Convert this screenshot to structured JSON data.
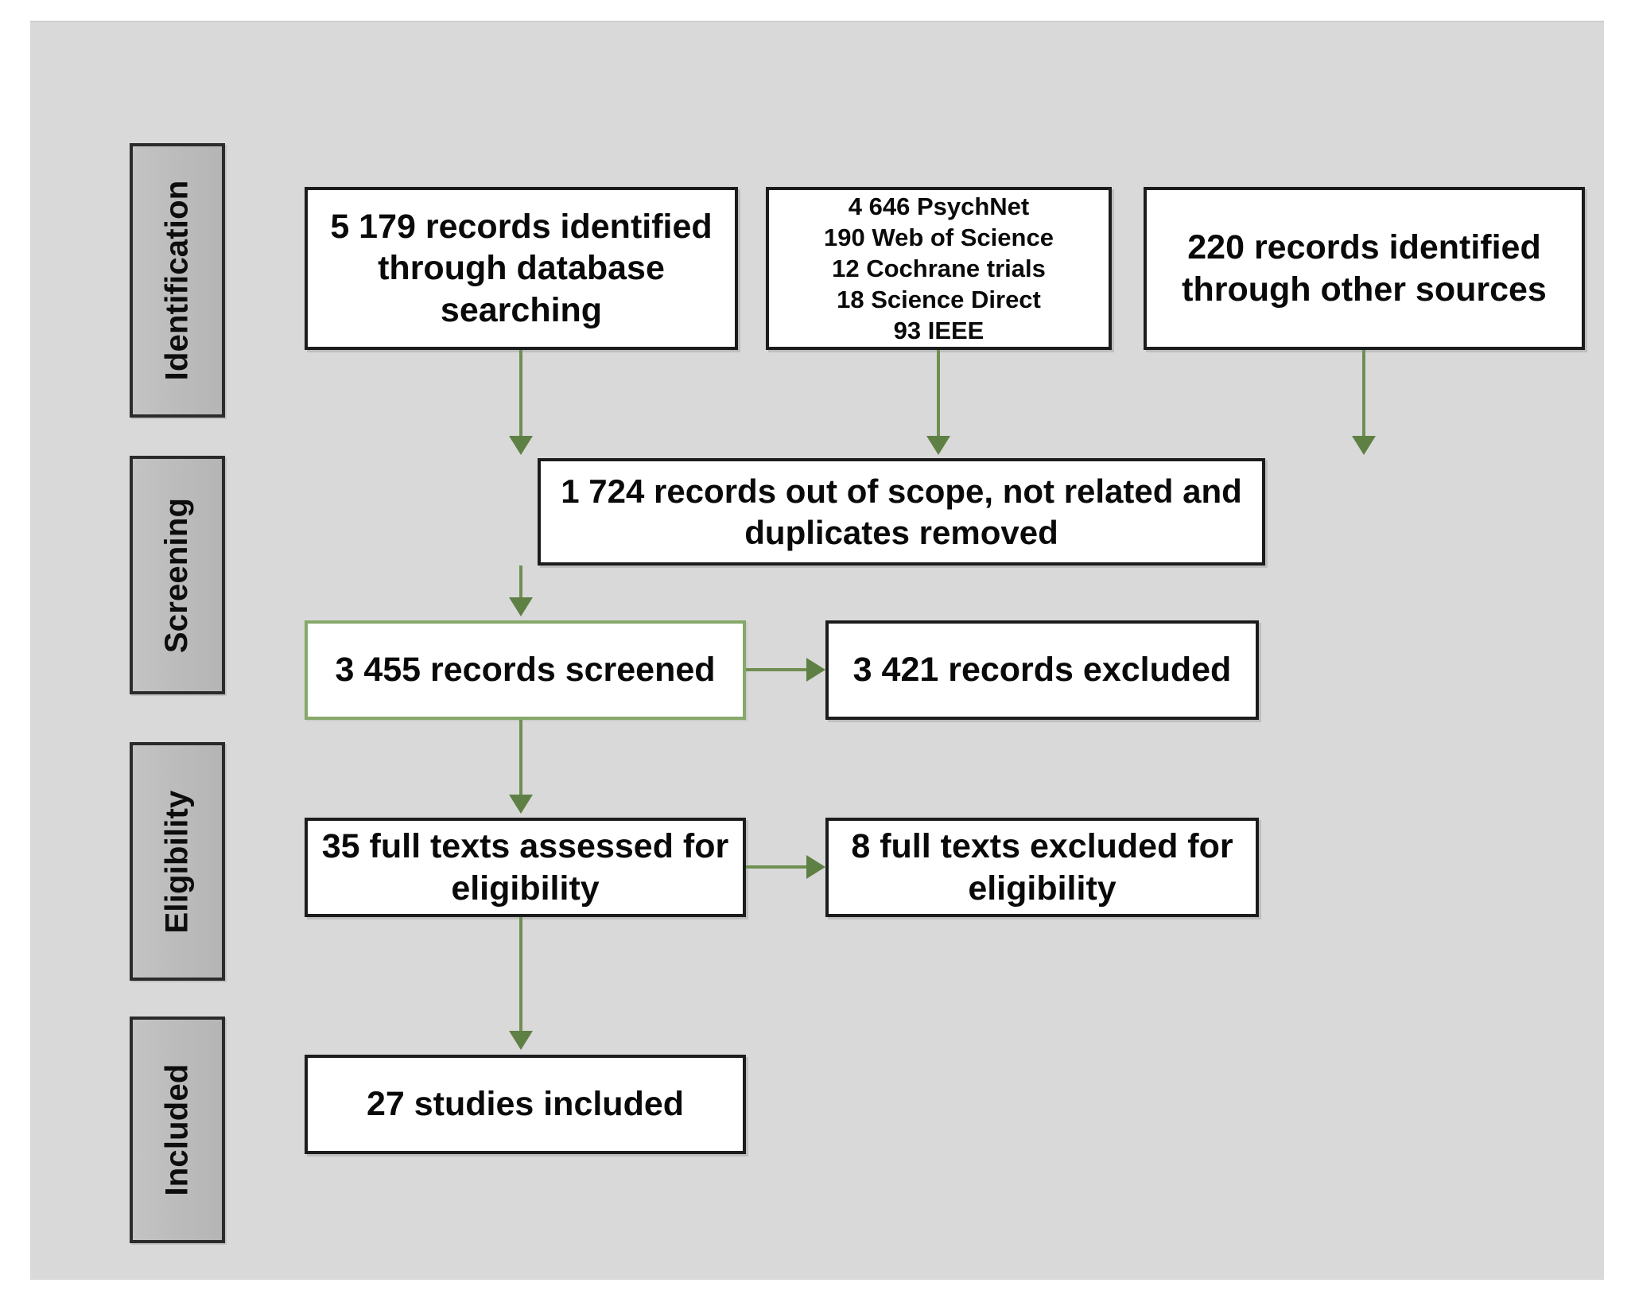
{
  "diagram": {
    "title": "PRISMA flow diagram",
    "colors": {
      "canvas_background": "#d9d9d9",
      "page_background": "#ffffff",
      "box_fill": "#ffffff",
      "box_border": "#1c1c1c",
      "highlight_box_border": "#86a86a",
      "arrow": "#6f8f52",
      "tab_fill": "#bdbdbd",
      "tab_border": "#2b2b2b",
      "text": "#0a0a0a"
    }
  },
  "phases": [
    {
      "id": "identification",
      "label": "Identification"
    },
    {
      "id": "screening",
      "label": "Screening"
    },
    {
      "id": "eligibility",
      "label": "Eligibility"
    },
    {
      "id": "included",
      "label": "Included"
    }
  ],
  "boxes": {
    "db_search": {
      "text": "5 179 records identified through database searching",
      "count": 5179
    },
    "db_breakdown": {
      "text": "4 646 PsychNet\n190 Web of Science\n12 Cochrane trials\n18 Science Direct\n93 IEEE"
    },
    "other_sources": {
      "text": "220 records identified through other sources",
      "count": 220
    },
    "out_of_scope": {
      "text": "1 724 records out of scope, not related and duplicates  removed",
      "count": 1724
    },
    "screened": {
      "text": "3 455 records screened",
      "count": 3455
    },
    "excluded": {
      "text": "3 421 records excluded",
      "count": 3421
    },
    "fulltext": {
      "text": "35 full texts assessed for eligibility",
      "count": 35
    },
    "fulltext_excluded": {
      "text": "8 full texts excluded for eligibility",
      "count": 8
    },
    "included": {
      "text": "27 studies included",
      "count": 27
    }
  },
  "sources": [
    {
      "name": "PsychNet",
      "count": "4 646"
    },
    {
      "name": "Web of Science",
      "count": "190"
    },
    {
      "name": "Cochrane trials",
      "count": "12"
    },
    {
      "name": "Science Direct",
      "count": "18"
    },
    {
      "name": "IEEE",
      "count": "93"
    }
  ],
  "chart_data": {
    "type": "diagram",
    "title": "PRISMA flow diagram",
    "stages": [
      {
        "phase": "Identification",
        "label": "records identified through database searching",
        "value": 5179
      },
      {
        "phase": "Identification",
        "label": "records identified through other sources",
        "value": 220
      },
      {
        "phase": "Screening",
        "label": "records out of scope, not related and duplicates removed",
        "value": 1724
      },
      {
        "phase": "Screening",
        "label": "records screened",
        "value": 3455
      },
      {
        "phase": "Screening",
        "label": "records excluded",
        "value": 3421
      },
      {
        "phase": "Eligibility",
        "label": "full texts assessed for eligibility",
        "value": 35
      },
      {
        "phase": "Eligibility",
        "label": "full texts excluded for eligibility",
        "value": 8
      },
      {
        "phase": "Included",
        "label": "studies included",
        "value": 27
      }
    ],
    "source_breakdown": {
      "PsychNet": 4646,
      "Web of Science": 190,
      "Cochrane trials": 12,
      "Science Direct": 18,
      "IEEE": 93
    }
  }
}
